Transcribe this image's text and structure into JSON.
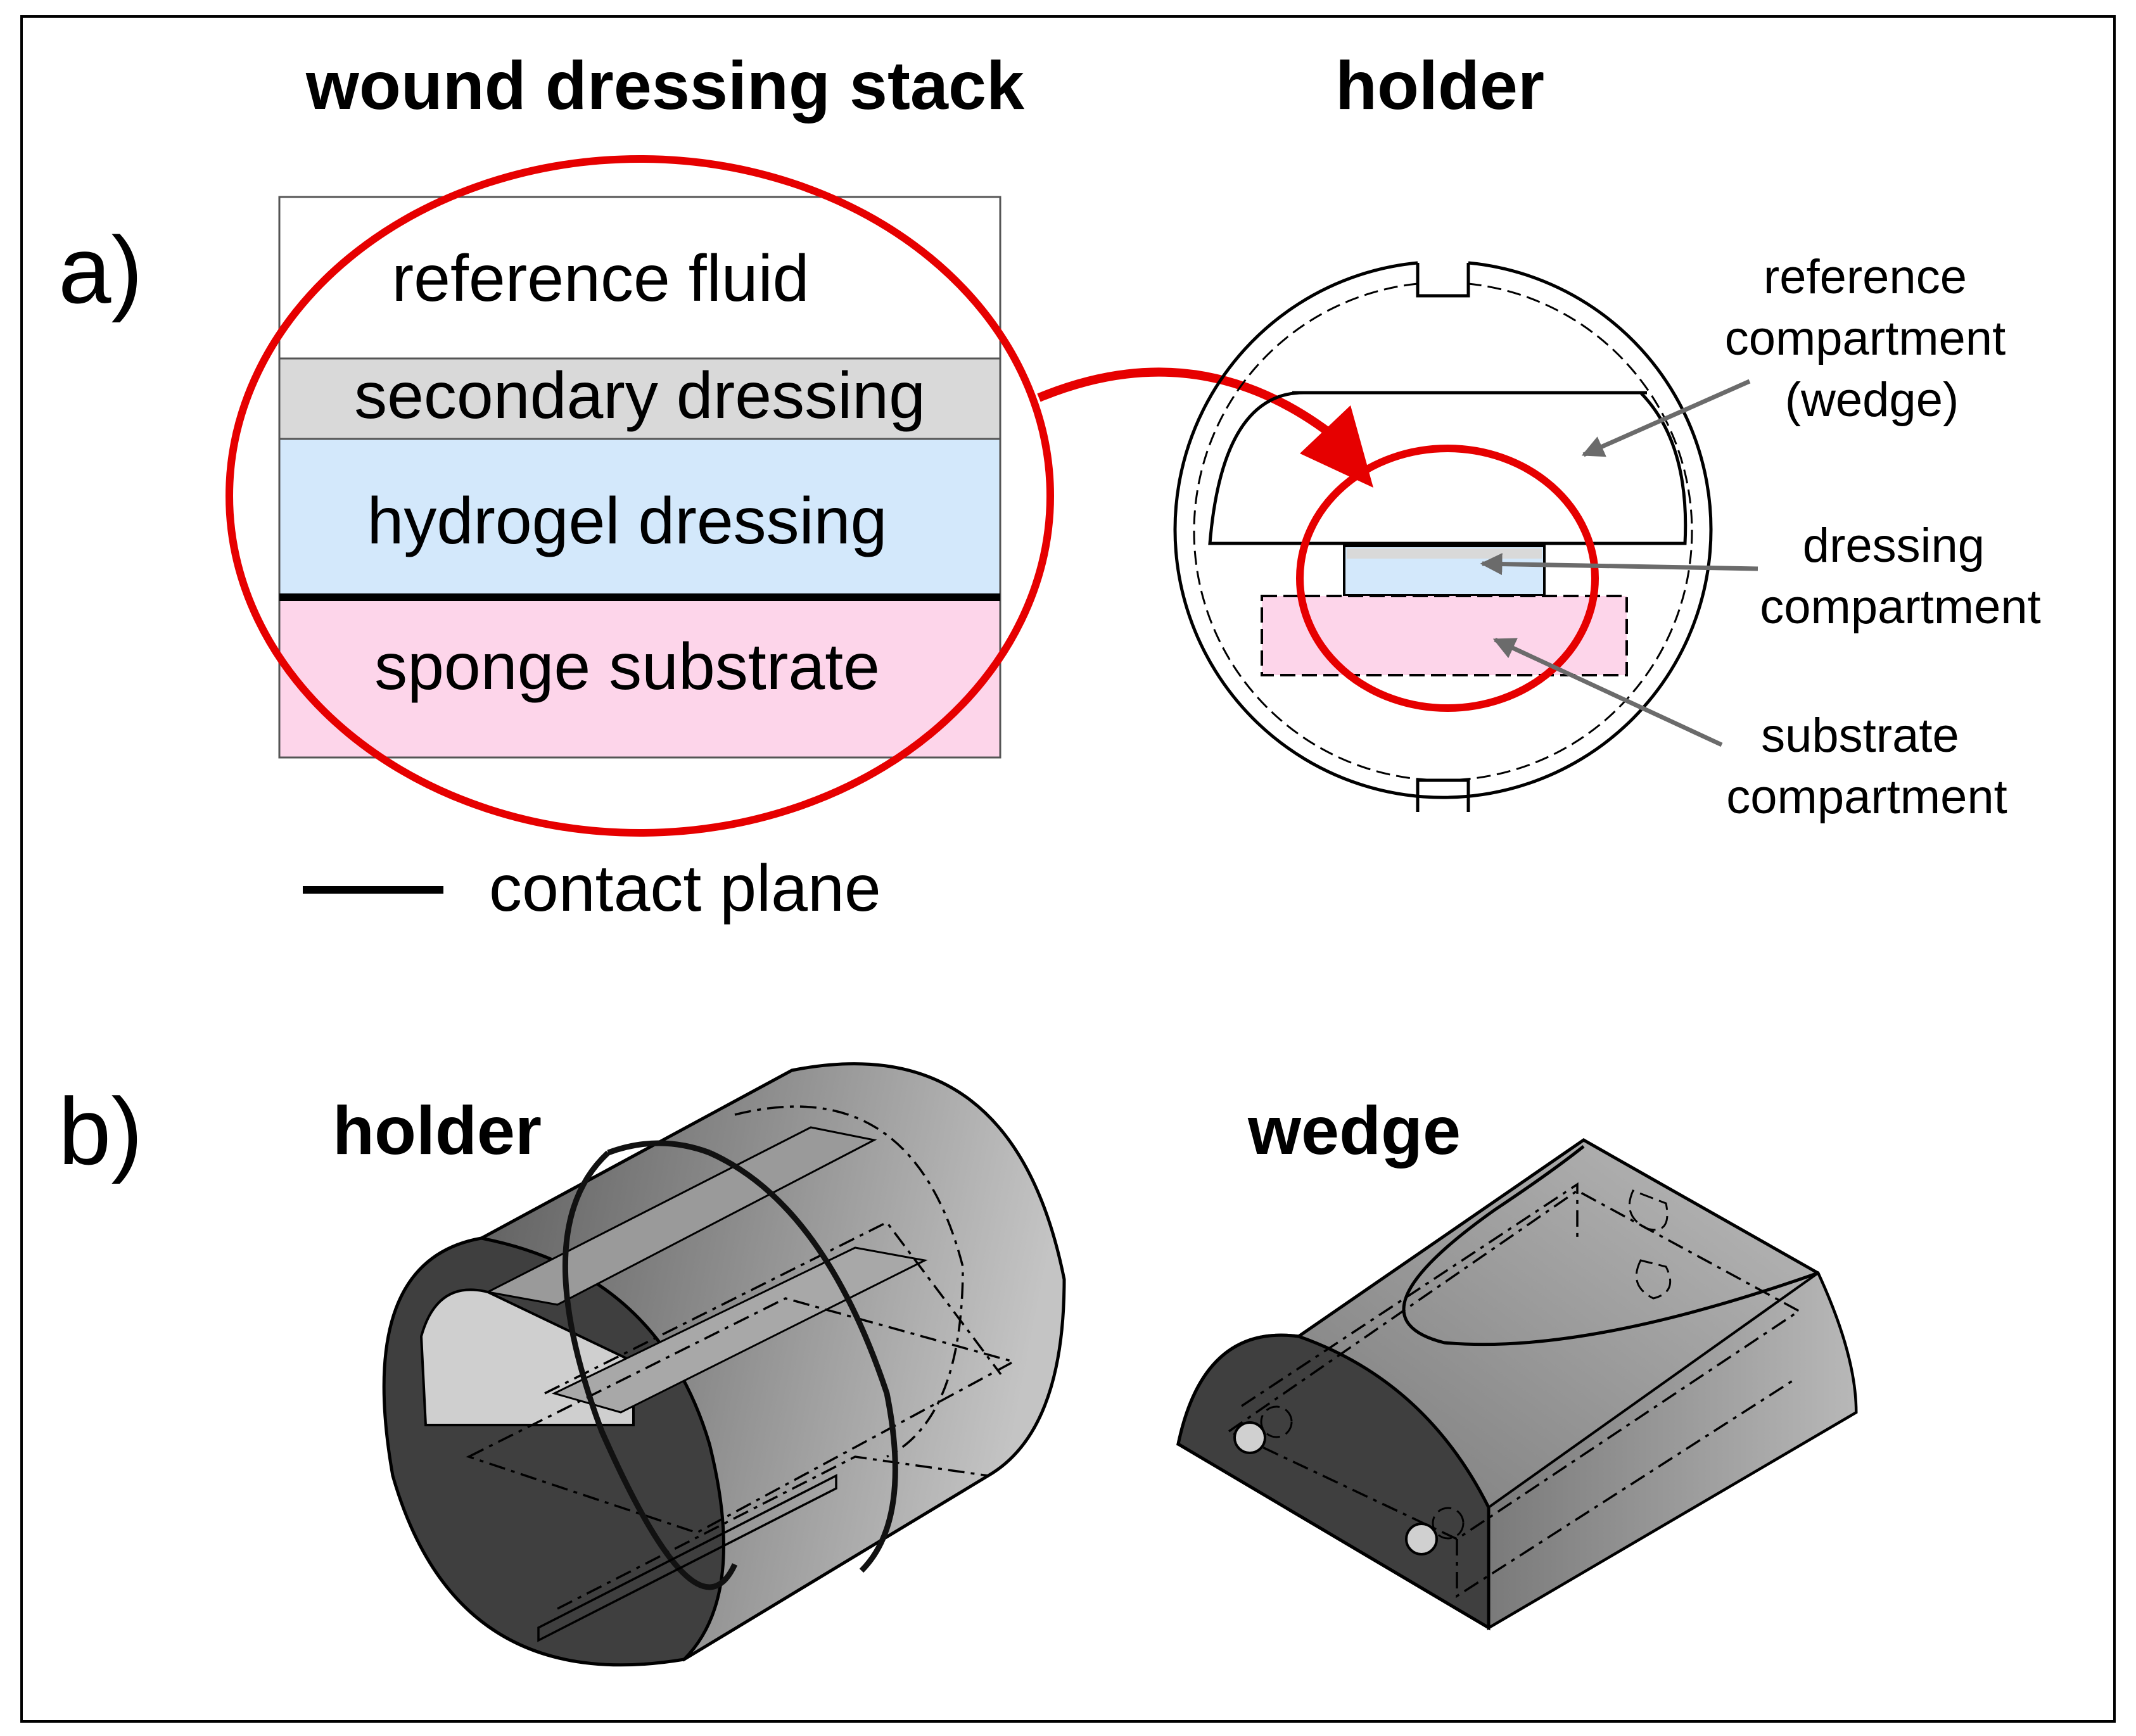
{
  "figure": {
    "header_stack": "wound dressing stack",
    "header_holder": "holder",
    "panel_a_label": "a)",
    "panel_b_label": "b)",
    "stack_layers": [
      {
        "label": "reference fluid",
        "color": "#ffffff"
      },
      {
        "label": "secondary dressing",
        "color": "#d9d9d9"
      },
      {
        "label": "hydrogel dressing",
        "color": "#d3e8fb"
      },
      {
        "label": "sponge substrate",
        "color": "#fdd5ea"
      }
    ],
    "legend_label": "contact plane",
    "holder_annotations": {
      "reference": [
        "reference",
        "compartment",
        "(wedge)"
      ],
      "dressing": [
        "dressing",
        "compartment"
      ],
      "substrate": [
        "substrate",
        "compartment"
      ]
    },
    "panel_b_holder_label": "holder",
    "panel_b_wedge_label": "wedge",
    "highlight_color": "#e60000",
    "pointer_color": "#6b6b6b"
  }
}
